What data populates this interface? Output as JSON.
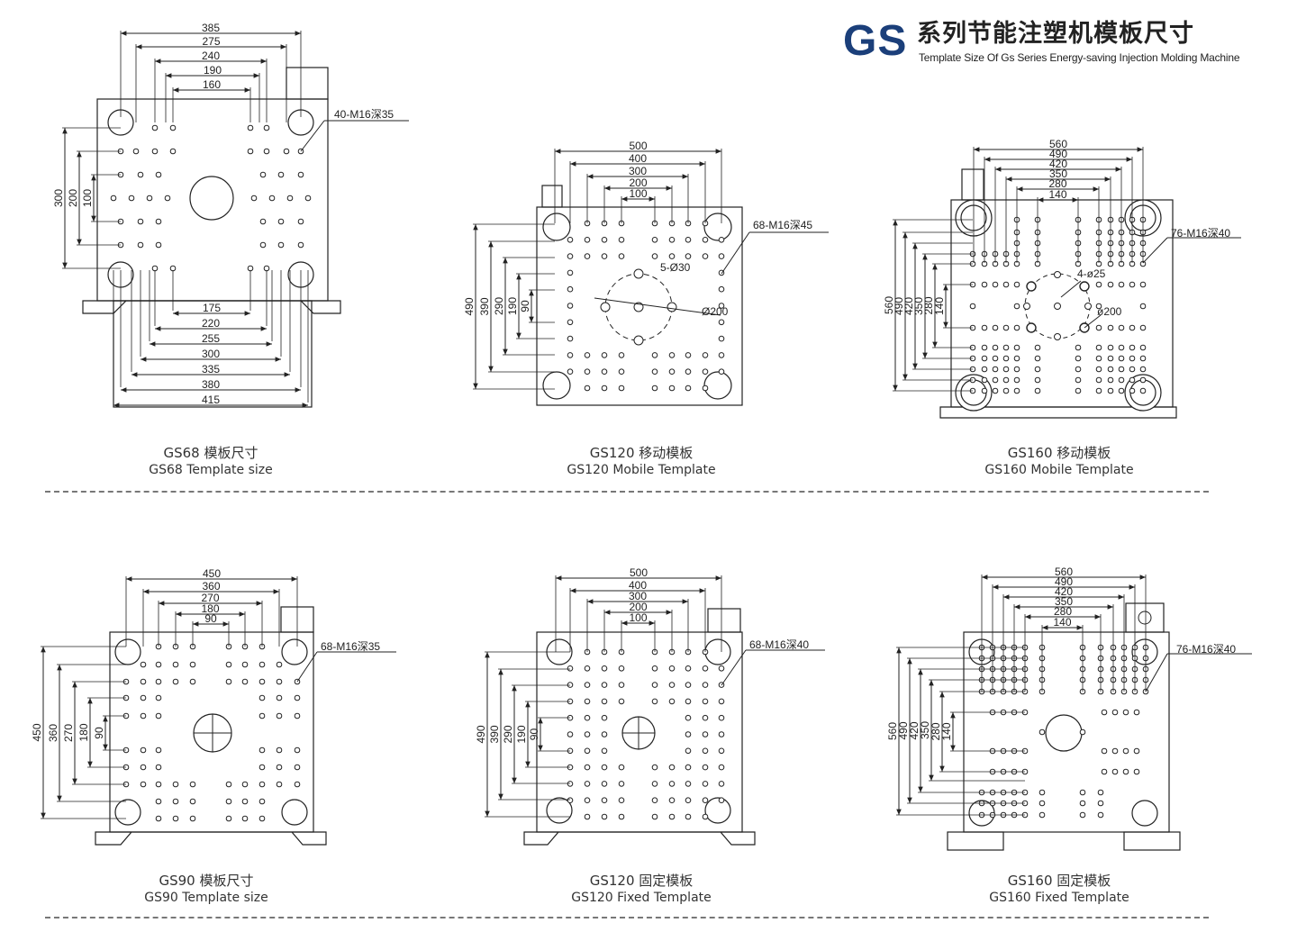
{
  "header": {
    "brand": "GS",
    "title_cn": "系列节能注塑机模板尺寸",
    "title_en": "Template Size Of Gs Series Energy-saving Injection Molding Machine"
  },
  "panels": [
    {
      "id": "gs68",
      "caption_cn": "GS68 模板尺寸",
      "caption_en": "GS68 Template size",
      "callout": "40-M16深35",
      "top_dims": [
        "385",
        "275",
        "240",
        "190",
        "160"
      ],
      "bottom_dims": [
        "175",
        "220",
        "255",
        "300",
        "335",
        "380",
        "415"
      ],
      "left_dims": [
        "300",
        "200",
        "100"
      ]
    },
    {
      "id": "gs120m",
      "caption_cn": "GS120 移动模板",
      "caption_en": "GS120 Mobile Template",
      "callout": "68-M16深45",
      "hole_label": "5-Ø30",
      "circle_label": "Ø200",
      "top_dims": [
        "500",
        "400",
        "300",
        "200",
        "100"
      ],
      "left_dims": [
        "490",
        "390",
        "290",
        "190",
        "90"
      ]
    },
    {
      "id": "gs160m",
      "caption_cn": "GS160 移动模板",
      "caption_en": "GS160 Mobile Template",
      "callout": "76-M16深40",
      "hole_label": "4-ø25",
      "circle_label": "ø200",
      "top_dims": [
        "560",
        "490",
        "420",
        "350",
        "280",
        "140"
      ],
      "left_dims": [
        "560",
        "490",
        "420",
        "350",
        "280",
        "140"
      ]
    },
    {
      "id": "gs90",
      "caption_cn": "GS90 模板尺寸",
      "caption_en": "GS90 Template size",
      "callout": "68-M16深35",
      "top_dims": [
        "450",
        "360",
        "270",
        "180",
        "90"
      ],
      "left_dims": [
        "450",
        "360",
        "270",
        "180",
        "90"
      ]
    },
    {
      "id": "gs120f",
      "caption_cn": "GS120 固定模板",
      "caption_en": "GS120 Fixed Template",
      "callout": "68-M16深40",
      "top_dims": [
        "500",
        "400",
        "300",
        "200",
        "100"
      ],
      "left_dims": [
        "490",
        "390",
        "290",
        "190",
        "90"
      ]
    },
    {
      "id": "gs160f",
      "caption_cn": "GS160 固定模板",
      "caption_en": "GS160 Fixed Template",
      "callout": "76-M16深40",
      "top_dims": [
        "560",
        "490",
        "420",
        "350",
        "280",
        "140"
      ],
      "left_dims": [
        "560",
        "490",
        "420",
        "350",
        "280",
        "140"
      ]
    }
  ],
  "colors": {
    "brand_blue": "#1b3f7a",
    "line": "#222222",
    "divider": "#777777"
  }
}
